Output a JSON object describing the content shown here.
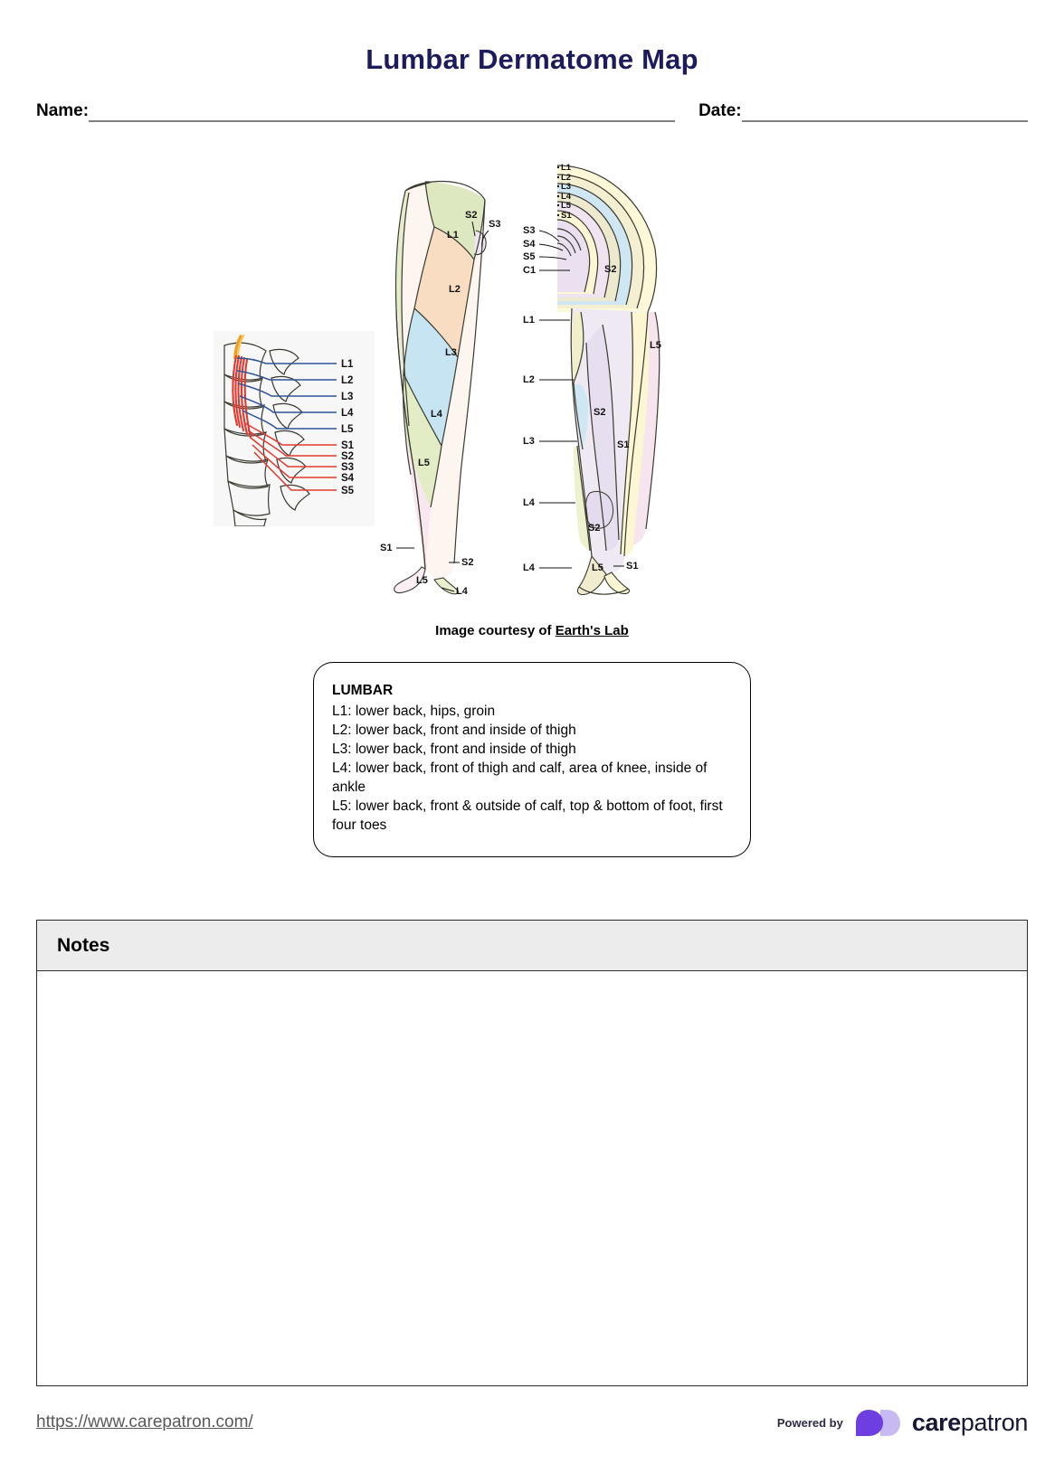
{
  "document": {
    "title": "Lumbar Dermatome Map"
  },
  "fields": {
    "name_label": "Name:",
    "name_value": "",
    "date_label": "Date:",
    "date_value": ""
  },
  "illustration": {
    "credit_prefix": "Image courtesy of ",
    "credit_source": "Earth's Lab",
    "spine_labels": [
      {
        "label": "L1",
        "color": "#2f5597"
      },
      {
        "label": "L2",
        "color": "#2f5597"
      },
      {
        "label": "L3",
        "color": "#2f5597"
      },
      {
        "label": "L4",
        "color": "#2f5597"
      },
      {
        "label": "L5",
        "color": "#2f5597"
      },
      {
        "label": "S1",
        "color": "#d13b3b"
      },
      {
        "label": "S2",
        "color": "#d13b3b"
      },
      {
        "label": "S3",
        "color": "#d13b3b"
      },
      {
        "label": "S4",
        "color": "#d13b3b"
      },
      {
        "label": "S5",
        "color": "#d13b3b"
      }
    ],
    "anterior_labels": [
      "S2",
      "S3",
      "L1",
      "L2",
      "L3",
      "L4",
      "L5",
      "S1",
      "S2",
      "L5",
      "L4"
    ],
    "posterior_arc_labels": [
      "L1",
      "L2",
      "L3",
      "L4",
      "L5",
      "S1"
    ],
    "posterior_leader_labels": [
      "S3",
      "S4",
      "S5",
      "C1"
    ],
    "posterior_labels": [
      "S2",
      "L1",
      "L2",
      "L3",
      "L4",
      "L5",
      "S1",
      "S2",
      "S1",
      "L4",
      "L5"
    ]
  },
  "lumbar_card": {
    "heading": "LUMBAR",
    "lines": [
      "L1: lower back, hips, groin",
      "L2: lower back, front and inside of thigh",
      "L3: lower back, front and inside of thigh",
      "L4: lower back, front of thigh and calf, area of knee, inside of ankle",
      "L5: lower back, front & outside of calf, top & bottom of foot, first four toes"
    ]
  },
  "notes": {
    "heading": "Notes",
    "value": ""
  },
  "footer": {
    "url": "https://www.carepatron.com/",
    "powered_by": "Powered by",
    "brand_bold": "care",
    "brand_regular": "patron"
  },
  "colors": {
    "title": "#1b1b5e",
    "brand_purple": "#6d3fe0",
    "brand_lavender": "#c9b9f2",
    "notes_header": "#ececec"
  }
}
